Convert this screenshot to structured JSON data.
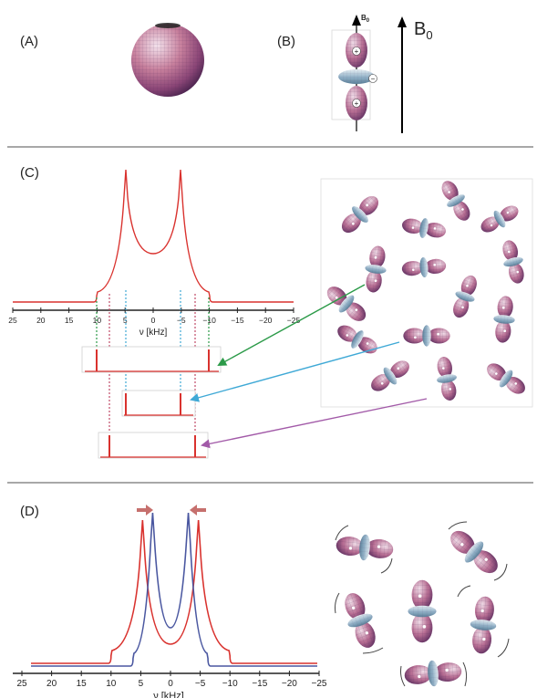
{
  "panels": {
    "a": {
      "label": "(A)"
    },
    "b": {
      "label": "(B)",
      "field_small": "B",
      "field_small_sub": "0",
      "field_large": "B",
      "field_large_sub": "0",
      "signs": [
        "+",
        "−",
        "+"
      ]
    },
    "c": {
      "label": "(C)",
      "x_tick_labels": [
        "25",
        "20",
        "15",
        "10",
        "5",
        "0",
        "−5",
        "−10",
        "−15",
        "−20",
        "−25"
      ],
      "x_axis_label": "ν [kHz]"
    },
    "d": {
      "label": "(D)",
      "x_tick_labels": [
        "25",
        "20",
        "15",
        "10",
        "5",
        "0",
        "−5",
        "−10",
        "−15",
        "−20",
        "−25"
      ],
      "x_axis_label": "ν [kHz]"
    }
  },
  "chart_data": [
    {
      "type": "line",
      "panel": "C",
      "xlabel": "ν [kHz]",
      "xlim": [
        25,
        -25
      ],
      "x_ticks": [
        25,
        20,
        15,
        10,
        5,
        0,
        -5,
        -10,
        -15,
        -20,
        -25
      ],
      "series": [
        {
          "color": "#d9322e",
          "shape": "Pake powder pattern",
          "horns_kHz": [
            5,
            -5
          ],
          "shoulders_kHz": [
            10,
            -10
          ]
        }
      ],
      "subspectra": [
        {
          "lines_kHz": [
            10,
            -10
          ],
          "connector_color": "#2b9a48"
        },
        {
          "lines_kHz": [
            5,
            -5
          ],
          "connector_color": "#3fa9d6"
        },
        {
          "lines_kHz": [
            8.5,
            -8.5
          ],
          "connector_color": "#a25aa8"
        }
      ]
    },
    {
      "type": "line",
      "panel": "D",
      "xlabel": "ν [kHz]",
      "xlim": [
        25,
        -25
      ],
      "x_ticks": [
        25,
        20,
        15,
        10,
        5,
        0,
        -5,
        -10,
        -15,
        -20,
        -25
      ],
      "series": [
        {
          "color": "#d9322e",
          "shape": "static Pake pattern",
          "horns_kHz": [
            4.7,
            -4.7
          ],
          "shoulders_kHz": [
            10,
            -10
          ]
        },
        {
          "color": "#4a57a0",
          "shape": "motionally narrowed pattern",
          "horns_kHz": [
            3,
            -3
          ],
          "shoulders_kHz": [
            6.3,
            -6.3
          ]
        }
      ]
    }
  ],
  "colors": {
    "static_spectrum": "#d9322e",
    "averaged_spectrum": "#4a57a0",
    "arrow_green": "#2b9a48",
    "arrow_blue": "#3fa9d6",
    "arrow_purple": "#a25aa8",
    "divider": "#a8a8a8"
  }
}
